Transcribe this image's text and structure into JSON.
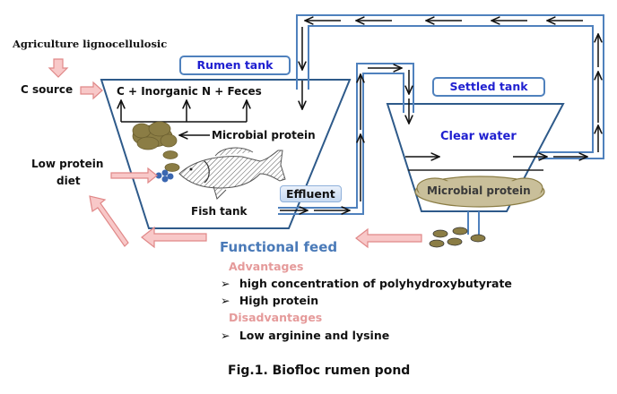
{
  "labels": {
    "agri_source": "Agriculture  lignocellulosic",
    "c_source": "C source",
    "rumen_tank": "Rumen tank",
    "inputs": "C + Inorganic N + Feces",
    "microbial_protein_rumen": "Microbial protein",
    "low_protein_diet_line1": "Low protein",
    "low_protein_diet_line2": "diet",
    "fish_tank": "Fish tank",
    "effluent": "Effluent",
    "settled_tank": "Settled tank",
    "clear_water": "Clear water",
    "microbial_protein_settled": "Microbial  protein",
    "functional_feed": "Functional feed",
    "advantages_heading": "Advantages",
    "advantages": [
      "high concentration of polyhydroxybutyrate",
      "High protein"
    ],
    "disadvantages_heading": "Disadvantages",
    "disadvantages": [
      "Low arginine and lysine"
    ],
    "bullet_glyph": "➢",
    "caption": "Fig.1. Biofloc rumen pond"
  },
  "colors": {
    "pipe": "#4f81bd",
    "tank_outline": "#2e5a8a",
    "arrow_pink_fill": "#f8c8c8",
    "arrow_pink_stroke": "#e08888",
    "floc": "#8b7d45",
    "floc_settled": "#c9bf9a",
    "pellet_blue": "#3a66b0",
    "title_blue": "#1f1fd0",
    "functional_feed": "#4a7ab8",
    "pink_heading": "#e59a9a"
  }
}
